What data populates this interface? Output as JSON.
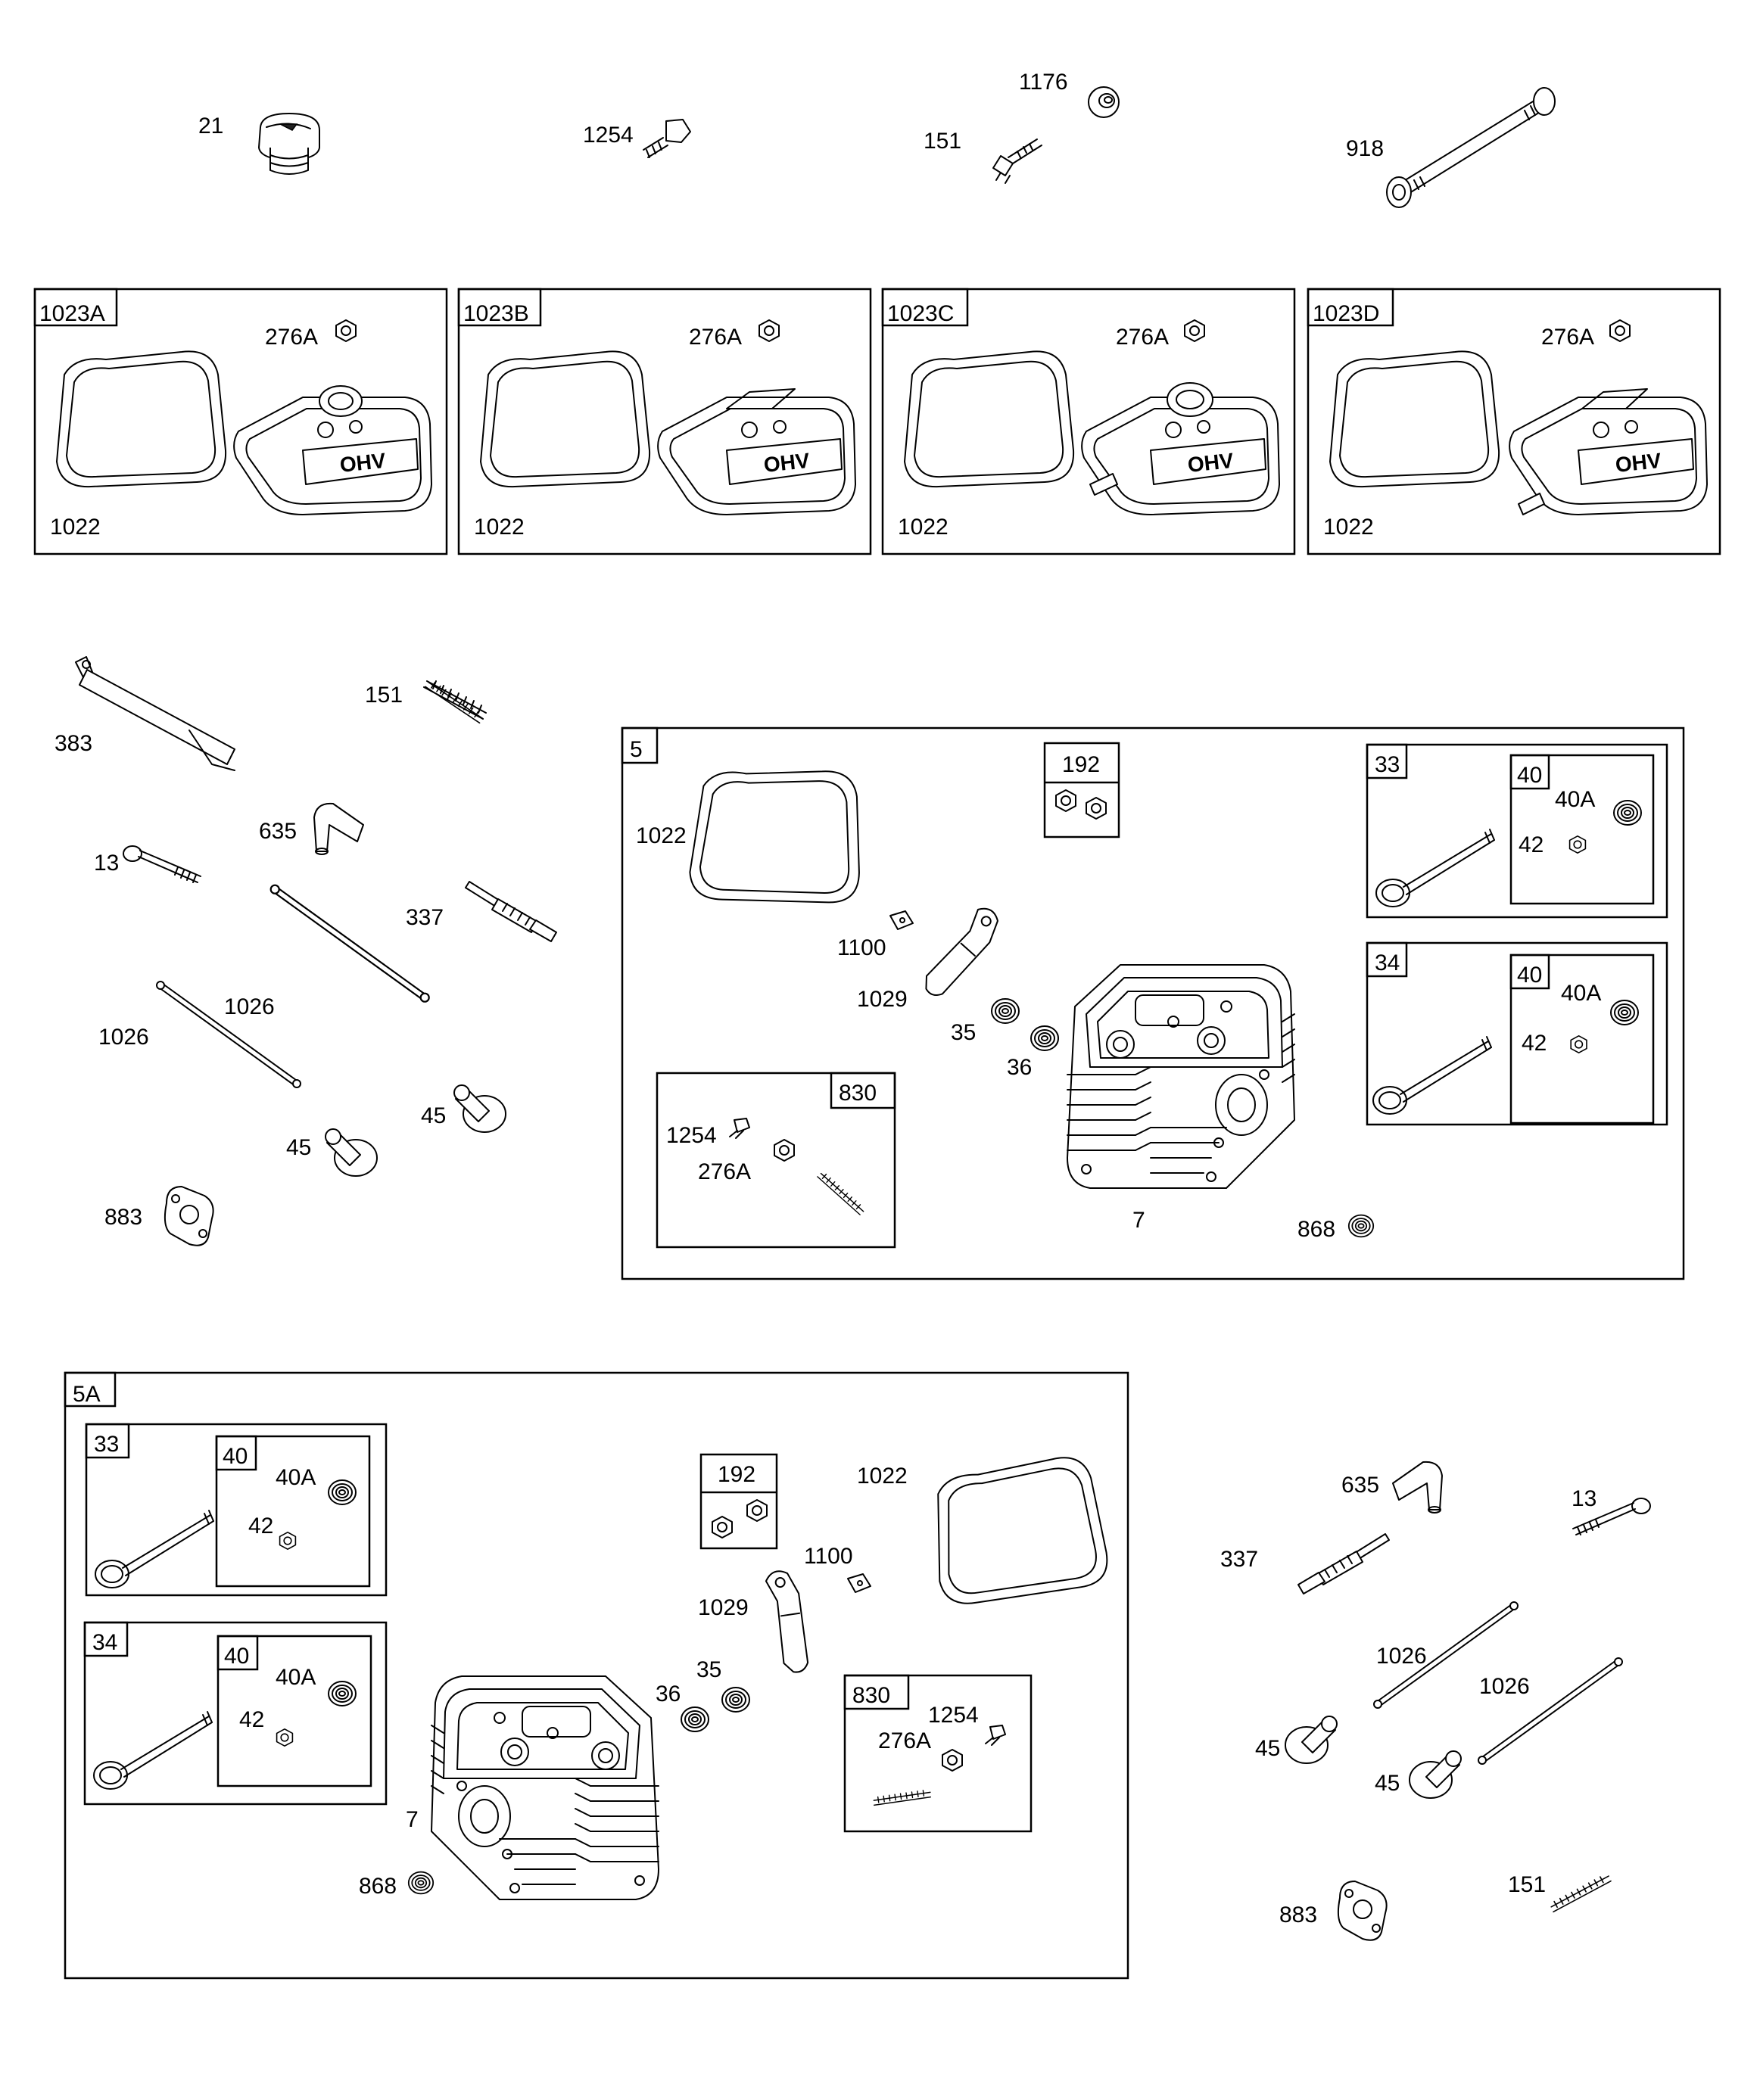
{
  "top_parts": {
    "p21": "21",
    "p1254": "1254",
    "p1176": "1176",
    "p151": "151",
    "p918": "918"
  },
  "cover_kits": [
    {
      "kit": "1023A",
      "nut": "276A",
      "gasket": "1022"
    },
    {
      "kit": "1023B",
      "nut": "276A",
      "gasket": "1022"
    },
    {
      "kit": "1023C",
      "nut": "276A",
      "gasket": "1022"
    },
    {
      "kit": "1023D",
      "nut": "276A",
      "gasket": "1022"
    }
  ],
  "cover_logo_text": "OHV",
  "left_parts": {
    "p383": "383",
    "p151": "151",
    "p635": "635",
    "p13": "13",
    "p337": "337",
    "p1026a": "1026",
    "p1026b": "1026",
    "p45a": "45",
    "p45b": "45",
    "p883": "883"
  },
  "kit5": {
    "label": "5",
    "gasket": "1022",
    "nuts": "192",
    "clip": "1100",
    "rocker": "1029",
    "spring35": "35",
    "spring36": "36",
    "head": "7",
    "seal": "868",
    "v33": {
      "label": "33",
      "sub": "40",
      "a": "40A",
      "b": "42"
    },
    "v34": {
      "label": "34",
      "sub": "40",
      "a": "40A",
      "b": "42"
    },
    "k830": {
      "label": "830",
      "bolt": "1254",
      "nut": "276A"
    }
  },
  "kit5a": {
    "label": "5A",
    "gasket": "1022",
    "nuts": "192",
    "clip": "1100",
    "rocker": "1029",
    "spring35": "35",
    "spring36": "36",
    "head": "7",
    "seal": "868",
    "v33": {
      "label": "33",
      "sub": "40",
      "a": "40A",
      "b": "42"
    },
    "v34": {
      "label": "34",
      "sub": "40",
      "a": "40A",
      "b": "42"
    },
    "k830": {
      "label": "830",
      "bolt": "1254",
      "nut": "276A"
    }
  },
  "right_parts": {
    "p635": "635",
    "p337": "337",
    "p13": "13",
    "p1026a": "1026",
    "p1026b": "1026",
    "p45a": "45",
    "p45b": "45",
    "p883": "883",
    "p151": "151"
  }
}
